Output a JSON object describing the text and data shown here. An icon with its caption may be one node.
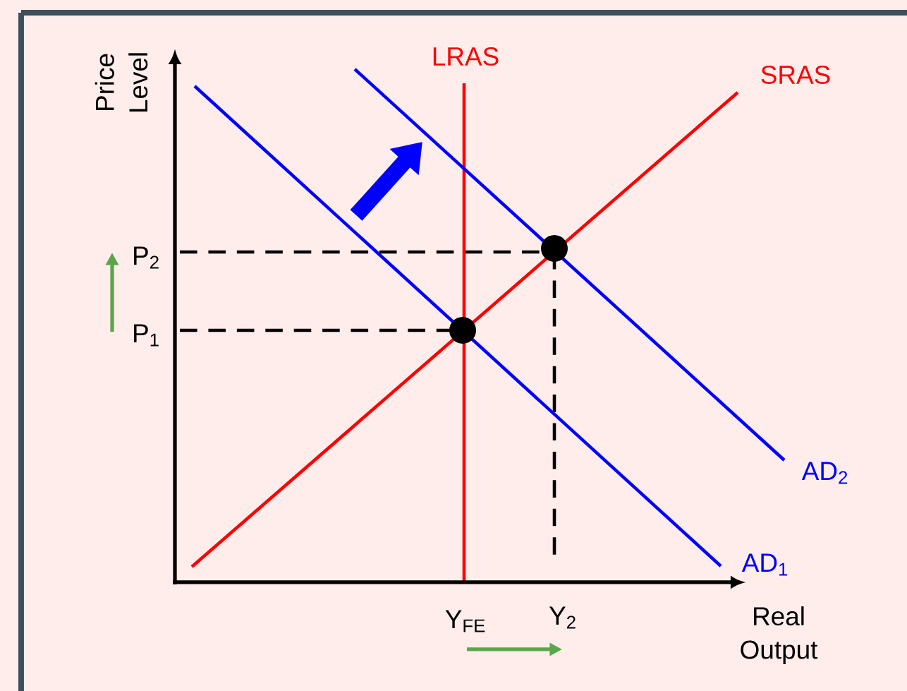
{
  "diagram": {
    "labels": [
      "Price Level",
      "LRAS",
      "SRAS",
      "P$_{2}$",
      "P$_{1}$",
      "AD$_{2}$",
      "AD$_{1}$",
      "Y$_{FE}$",
      "Y$_{2}$",
      "Real Output"
    ]
  }
}
